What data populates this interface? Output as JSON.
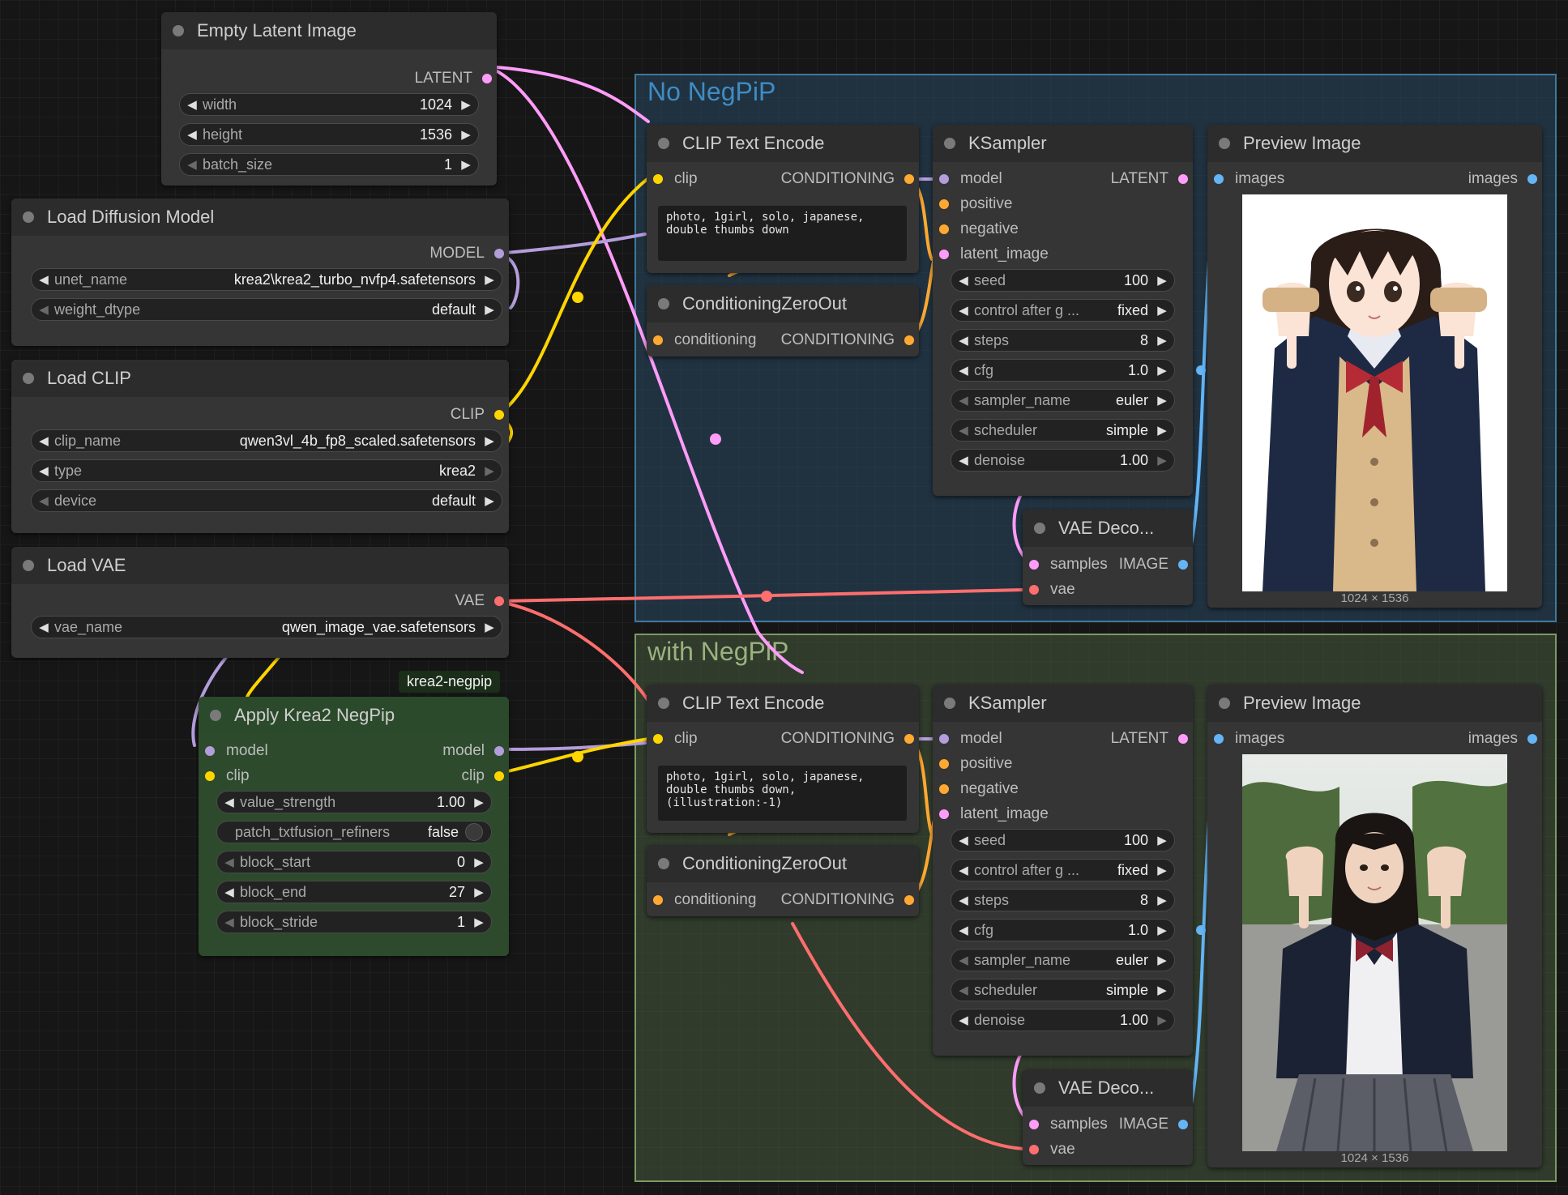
{
  "colors": {
    "latent": "#ff9cf9",
    "model": "#b39ddb",
    "clip": "#ffd500",
    "conditioning": "#ffa931",
    "vae": "#ff6e6e",
    "image": "#64b5f6",
    "group_no_negpip": "#3f789e",
    "group_with_negpip": "#8aa86c"
  },
  "groups": {
    "no_negpip": {
      "title": "No NegPiP"
    },
    "with_negpip": {
      "title": "with NegPiP"
    }
  },
  "empty_latent": {
    "title": "Empty Latent Image",
    "output": "LATENT",
    "widgets": [
      {
        "label": "width",
        "value": "1024"
      },
      {
        "label": "height",
        "value": "1536"
      },
      {
        "label": "batch_size",
        "value": "1"
      }
    ]
  },
  "load_diffusion": {
    "title": "Load Diffusion Model",
    "output": "MODEL",
    "widgets": [
      {
        "label": "unet_name",
        "value": "krea2\\krea2_turbo_nvfp4.safetensors"
      },
      {
        "label": "weight_dtype",
        "value": "default"
      }
    ]
  },
  "load_clip": {
    "title": "Load CLIP",
    "output": "CLIP",
    "widgets": [
      {
        "label": "clip_name",
        "value": "qwen3vl_4b_fp8_scaled.safetensors"
      },
      {
        "label": "type",
        "value": "krea2"
      },
      {
        "label": "device",
        "value": "default"
      }
    ]
  },
  "load_vae": {
    "title": "Load VAE",
    "output": "VAE",
    "widgets": [
      {
        "label": "vae_name",
        "value": "qwen_image_vae.safetensors"
      }
    ]
  },
  "negpip": {
    "badge": "krea2-negpip",
    "title": "Apply Krea2 NegPip",
    "in_model": "model",
    "in_clip": "clip",
    "out_model": "model",
    "out_clip": "clip",
    "widgets": [
      {
        "label": "value_strength",
        "value": "1.00"
      },
      {
        "label": "patch_txtfusion_refiners",
        "value": "false"
      },
      {
        "label": "block_start",
        "value": "0"
      },
      {
        "label": "block_end",
        "value": "27"
      },
      {
        "label": "block_stride",
        "value": "1"
      }
    ]
  },
  "top": {
    "clip_encode": {
      "title": "CLIP Text Encode",
      "in": "clip",
      "out": "CONDITIONING",
      "text": "photo, 1girl, solo, japanese, double thumbs down"
    },
    "zero_out": {
      "title": "ConditioningZeroOut",
      "in": "conditioning",
      "out": "CONDITIONING"
    },
    "ksampler": {
      "title": "KSampler",
      "inputs": [
        "model",
        "positive",
        "negative",
        "latent_image"
      ],
      "out": "LATENT",
      "widgets": [
        {
          "label": "seed",
          "value": "100"
        },
        {
          "label": "control after g ...",
          "value": "fixed"
        },
        {
          "label": "steps",
          "value": "8"
        },
        {
          "label": "cfg",
          "value": "1.0"
        },
        {
          "label": "sampler_name",
          "value": "euler"
        },
        {
          "label": "scheduler",
          "value": "simple"
        },
        {
          "label": "denoise",
          "value": "1.00"
        }
      ]
    },
    "vae_decode": {
      "title": "VAE Deco...",
      "in_samples": "samples",
      "in_vae": "vae",
      "out": "IMAGE"
    },
    "preview": {
      "title": "Preview Image",
      "in": "images",
      "out": "images",
      "caption": "1024 × 1536",
      "image_style": "anime illustration"
    }
  },
  "bottom": {
    "clip_encode": {
      "title": "CLIP Text Encode",
      "in": "clip",
      "out": "CONDITIONING",
      "text": "photo, 1girl, solo, japanese, double thumbs down, (illustration:-1)"
    },
    "zero_out": {
      "title": "ConditioningZeroOut",
      "in": "conditioning",
      "out": "CONDITIONING"
    },
    "ksampler": {
      "title": "KSampler",
      "inputs": [
        "model",
        "positive",
        "negative",
        "latent_image"
      ],
      "out": "LATENT",
      "widgets": [
        {
          "label": "seed",
          "value": "100"
        },
        {
          "label": "control after g ...",
          "value": "fixed"
        },
        {
          "label": "steps",
          "value": "8"
        },
        {
          "label": "cfg",
          "value": "1.0"
        },
        {
          "label": "sampler_name",
          "value": "euler"
        },
        {
          "label": "scheduler",
          "value": "simple"
        },
        {
          "label": "denoise",
          "value": "1.00"
        }
      ]
    },
    "vae_decode": {
      "title": "VAE Deco...",
      "in_samples": "samples",
      "in_vae": "vae",
      "out": "IMAGE"
    },
    "preview": {
      "title": "Preview Image",
      "in": "images",
      "out": "images",
      "caption": "1024 × 1536",
      "image_style": "photo"
    }
  }
}
